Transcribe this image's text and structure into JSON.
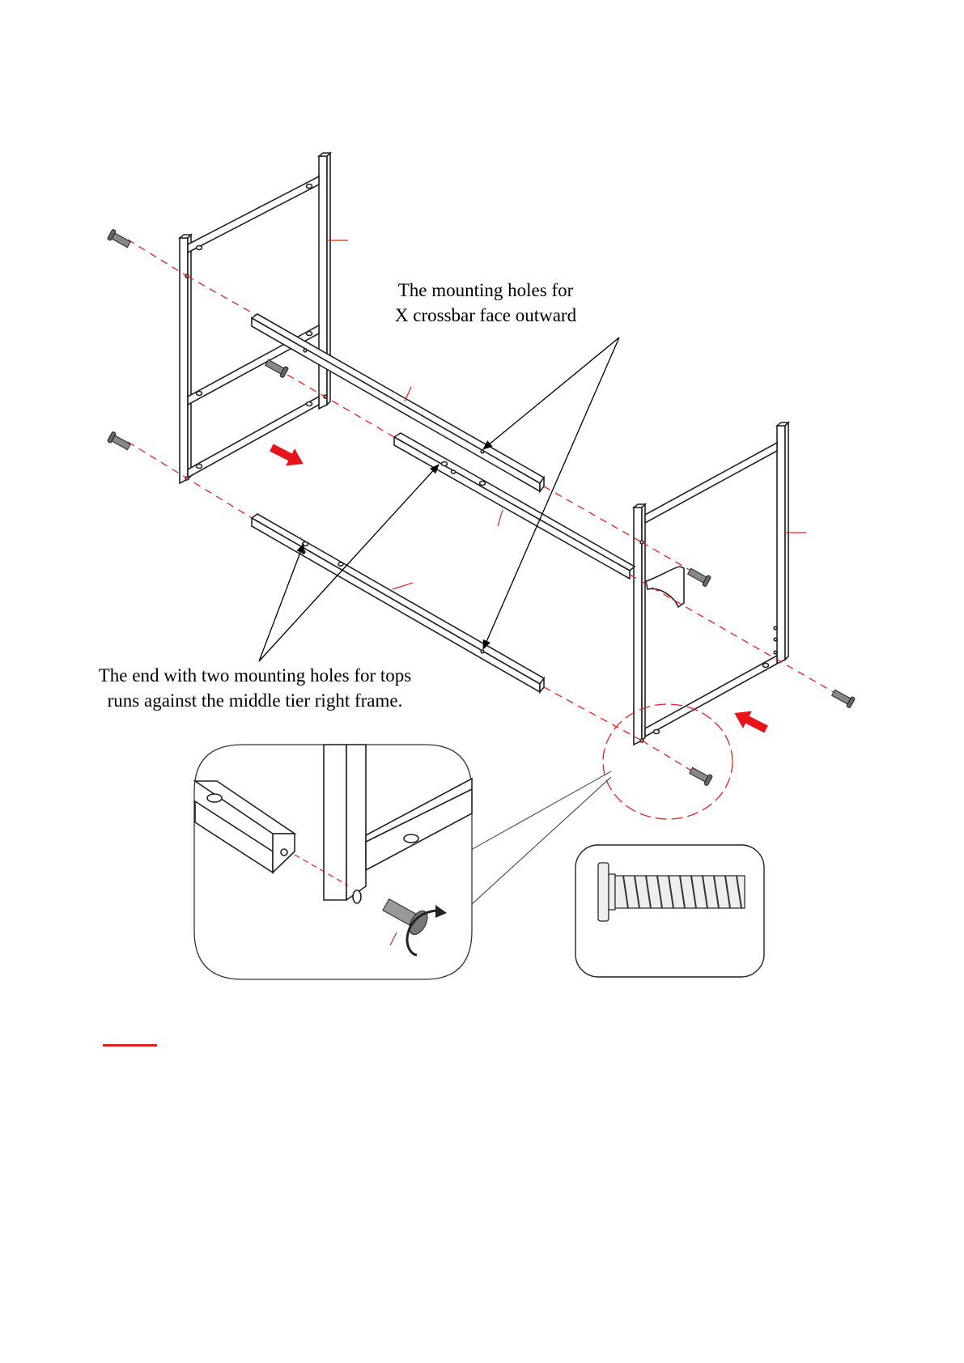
{
  "annotations": {
    "crossbar_note_line1": "The mounting holes for",
    "crossbar_note_line2": "X crossbar face outward",
    "tops_note_line1": "The end with two mounting holes for tops",
    "tops_note_line2": "runs against the middle tier right frame."
  },
  "colors": {
    "line": "#222222",
    "guide": "#e02020",
    "arrow": "#e8141b",
    "bolt": "#555555"
  },
  "icons": {
    "assembly": "shelf-frame-assembly-drawing",
    "bolt": "hex-socket-bolt-icon",
    "direction": "red-arrow-icon",
    "rotation": "tighten-rotate-icon"
  }
}
